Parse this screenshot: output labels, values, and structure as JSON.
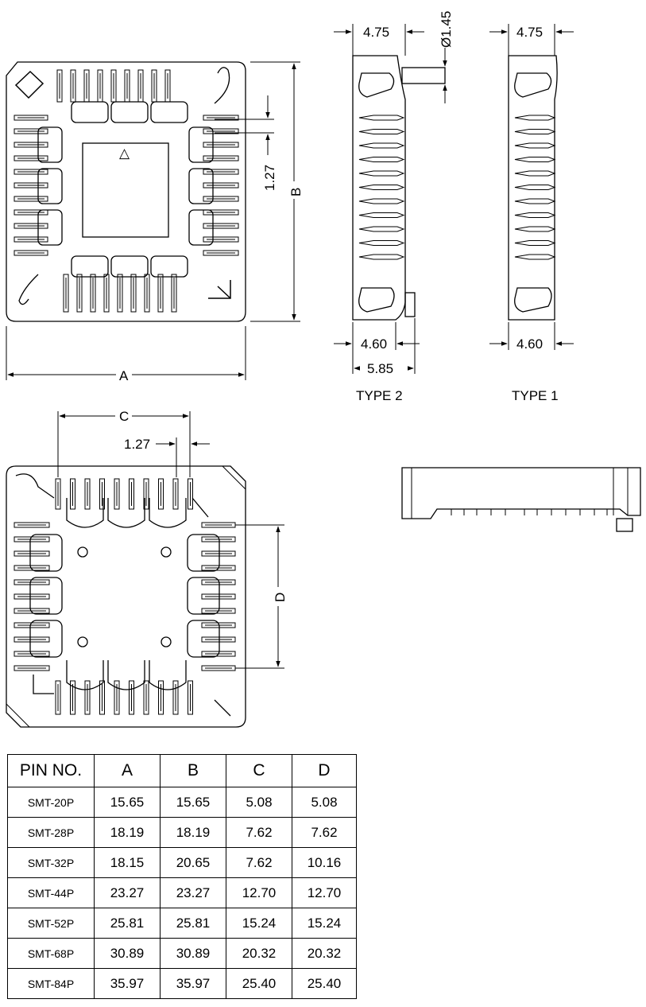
{
  "colors": {
    "line": "#000000",
    "background": "#ffffff"
  },
  "top_view": {
    "dim_a": "A",
    "dim_b": "B",
    "pitch": "1.27",
    "marker": "△"
  },
  "side_view": {
    "type2_width": "4.75",
    "type2_post": "Ø1.45",
    "type2_base": "4.60",
    "type2_total": "5.85",
    "type2_label": "TYPE 2",
    "type1_width": "4.75",
    "type1_base": "4.60",
    "type1_label": "TYPE 1"
  },
  "bottom_view": {
    "dim_c": "C",
    "dim_d": "D",
    "pitch": "1.27"
  },
  "table": {
    "headers": [
      "PIN NO.",
      "A",
      "B",
      "C",
      "D"
    ],
    "rows": [
      [
        "SMT-20P",
        "15.65",
        "15.65",
        "5.08",
        "5.08"
      ],
      [
        "SMT-28P",
        "18.19",
        "18.19",
        "7.62",
        "7.62"
      ],
      [
        "SMT-32P",
        "18.15",
        "20.65",
        "7.62",
        "10.16"
      ],
      [
        "SMT-44P",
        "23.27",
        "23.27",
        "12.70",
        "12.70"
      ],
      [
        "SMT-52P",
        "25.81",
        "25.81",
        "15.24",
        "15.24"
      ],
      [
        "SMT-68P",
        "30.89",
        "30.89",
        "20.32",
        "20.32"
      ],
      [
        "SMT-84P",
        "35.97",
        "35.97",
        "25.40",
        "25.40"
      ]
    ]
  }
}
